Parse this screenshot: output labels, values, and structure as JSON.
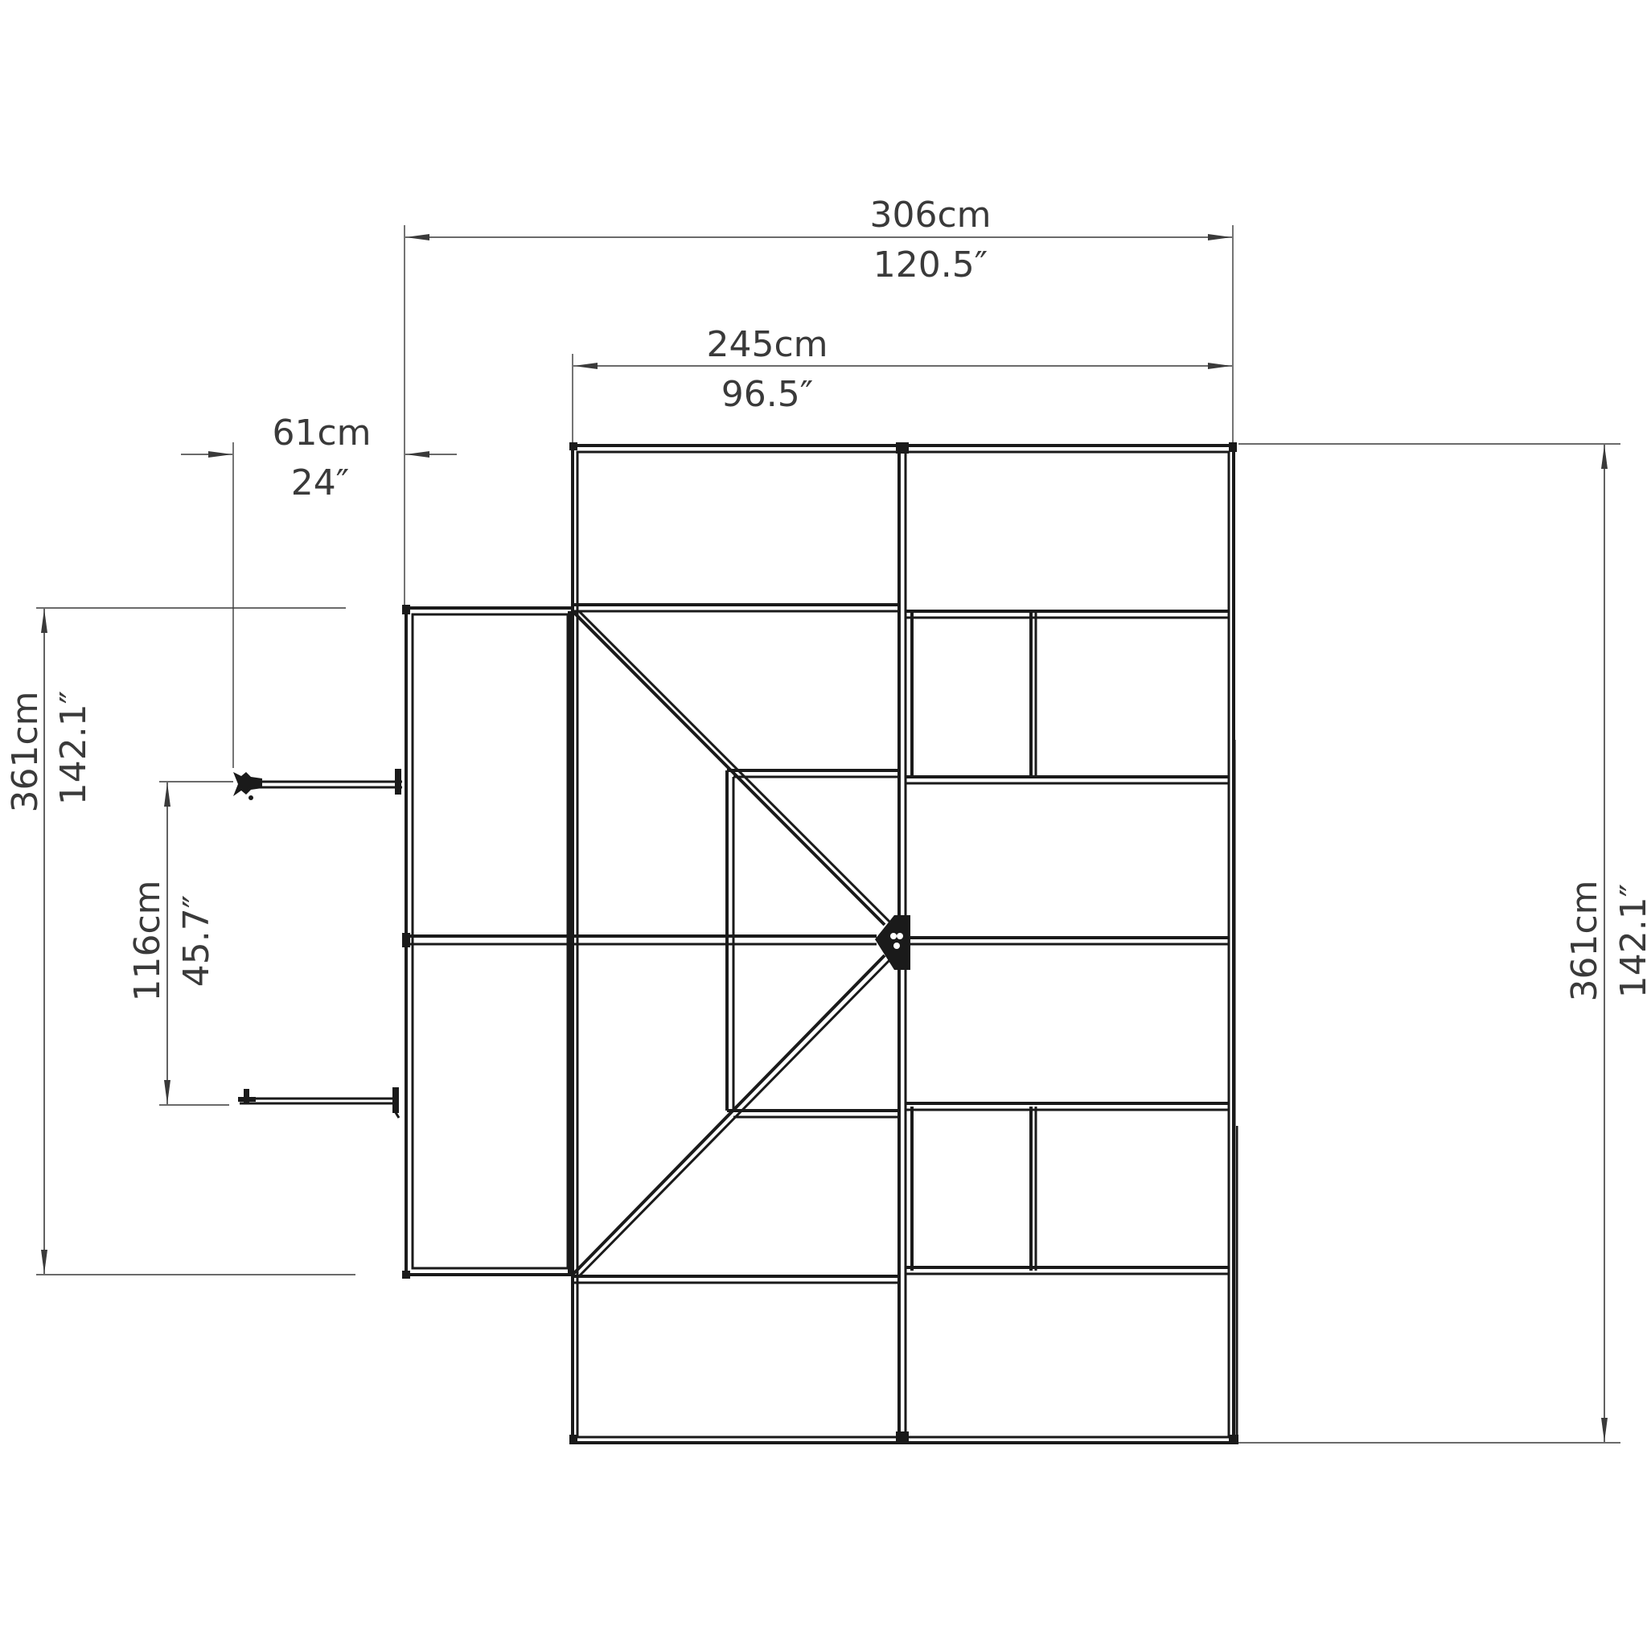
{
  "dimensions": {
    "overall_width": {
      "metric": "306cm",
      "imperial": "120.5″"
    },
    "main_width": {
      "metric": "245cm",
      "imperial": "96.5″"
    },
    "door_depth": {
      "metric": "61cm",
      "imperial": "24″"
    },
    "left_length": {
      "metric": "361cm",
      "imperial": "142.1″"
    },
    "door_opening": {
      "metric": "116cm",
      "imperial": "45.7″"
    },
    "right_length": {
      "metric": "361cm",
      "imperial": "142.1″"
    }
  }
}
